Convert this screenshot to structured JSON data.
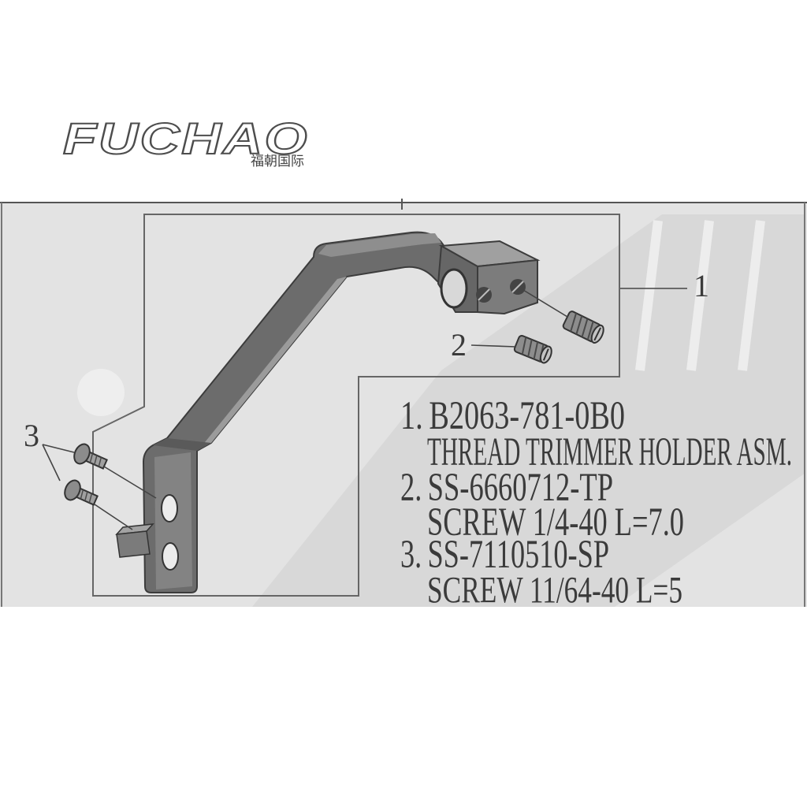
{
  "logo": {
    "brand": "FUCHAO",
    "subtitle": "福朝国际"
  },
  "callouts": {
    "item1": "1",
    "item2": "2",
    "item3": "3"
  },
  "parts_list": [
    {
      "number": "1.",
      "code": "B2063-781-0B0",
      "description": "THREAD TRIMMER HOLDER ASM."
    },
    {
      "number": "2.",
      "code": "SS-6660712-TP",
      "description": "SCREW 1/4-40 L=7.0"
    },
    {
      "number": "3.",
      "code": "SS-7110510-SP",
      "description": "SCREW 11/64-40 L=5"
    }
  ],
  "colors": {
    "ink": "#3b3b3b",
    "band": "#e3e3e3",
    "part": "#6c6c6c"
  }
}
